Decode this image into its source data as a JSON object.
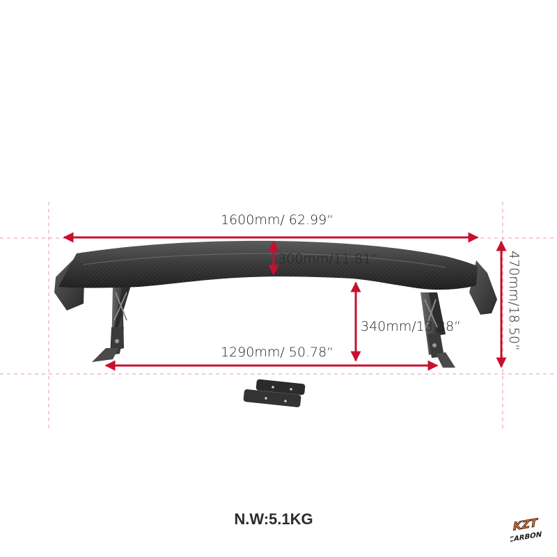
{
  "dimensions": {
    "overall_width": "1600mm/ 62.99“",
    "chord_depth": "300mm/11.81”",
    "stand_height": "340mm/13.38”",
    "mount_span": "1290mm/ 50.78“",
    "overall_height": "470mm/18.50”"
  },
  "footer": {
    "net_weight": "N.W:5.1KG"
  },
  "brand": {
    "line1": "KZT",
    "line2": "CARBON"
  },
  "colors": {
    "arrow": "#c8102e",
    "guide": "#e59aa6",
    "carbon": "#3a3a3a",
    "carbon_dark": "#1e1e1e",
    "logo_orange": "#f26a1b"
  }
}
